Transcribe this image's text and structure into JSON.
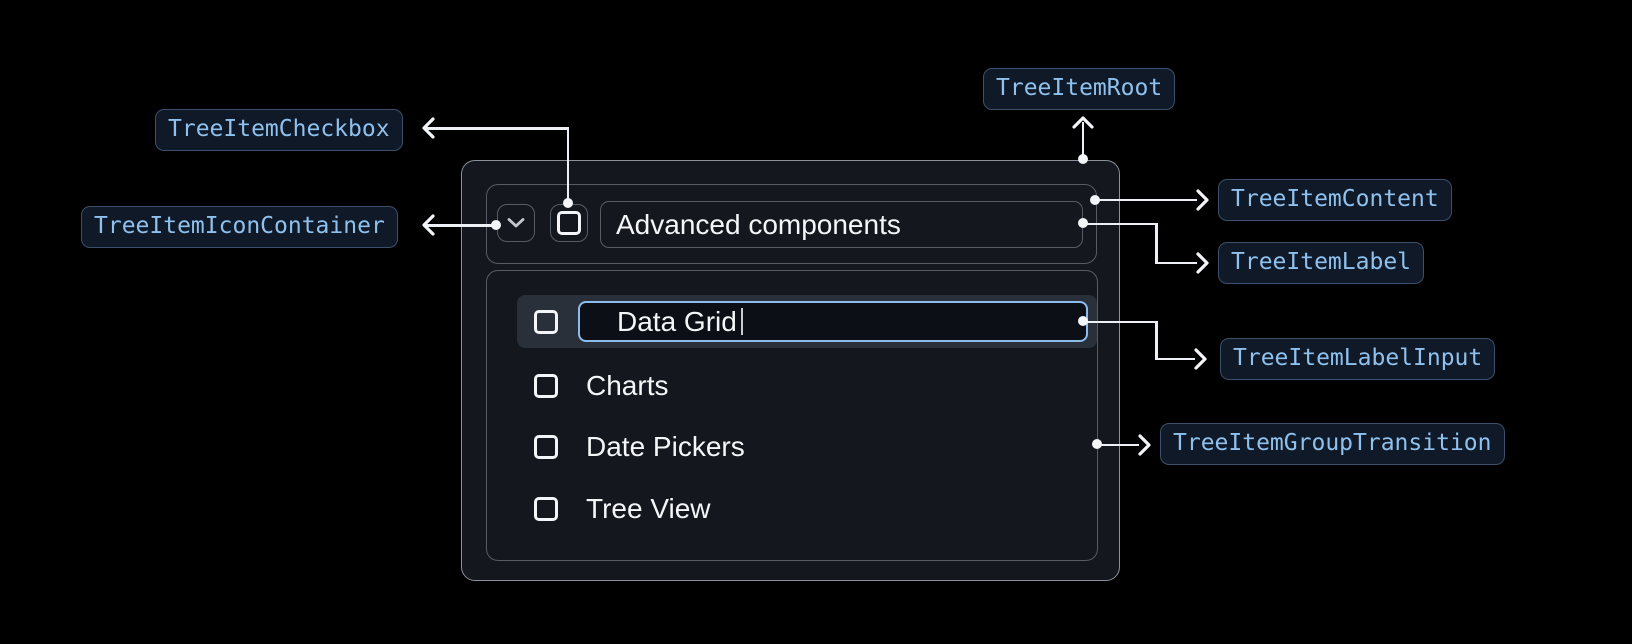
{
  "callouts": {
    "root": {
      "label": "TreeItemRoot"
    },
    "checkbox": {
      "label": "TreeItemCheckbox"
    },
    "icon_container": {
      "label": "TreeItemIconContainer"
    },
    "content": {
      "label": "TreeItemContent"
    },
    "label": {
      "label": "TreeItemLabel"
    },
    "label_input": {
      "label": "TreeItemLabelInput"
    },
    "group_transition": {
      "label": "TreeItemGroupTransition"
    }
  },
  "tree": {
    "parent": {
      "label": "Advanced components",
      "expanded": true,
      "checked": false
    },
    "editing_item": {
      "value": "Data Grid",
      "checked": false
    },
    "items": [
      {
        "label": "Charts",
        "checked": false
      },
      {
        "label": "Date Pickers",
        "checked": false
      },
      {
        "label": "Tree View",
        "checked": false
      }
    ]
  },
  "colors": {
    "callout_text": "#8fc1ef",
    "callout_border": "#3d4f6a",
    "callout_background": "#0f1927",
    "connector": "#f3f5f8",
    "input_focus_border": "#8cbbee",
    "row_highlight": "#293039",
    "surface": "#14171e",
    "page_background": "#000000"
  }
}
